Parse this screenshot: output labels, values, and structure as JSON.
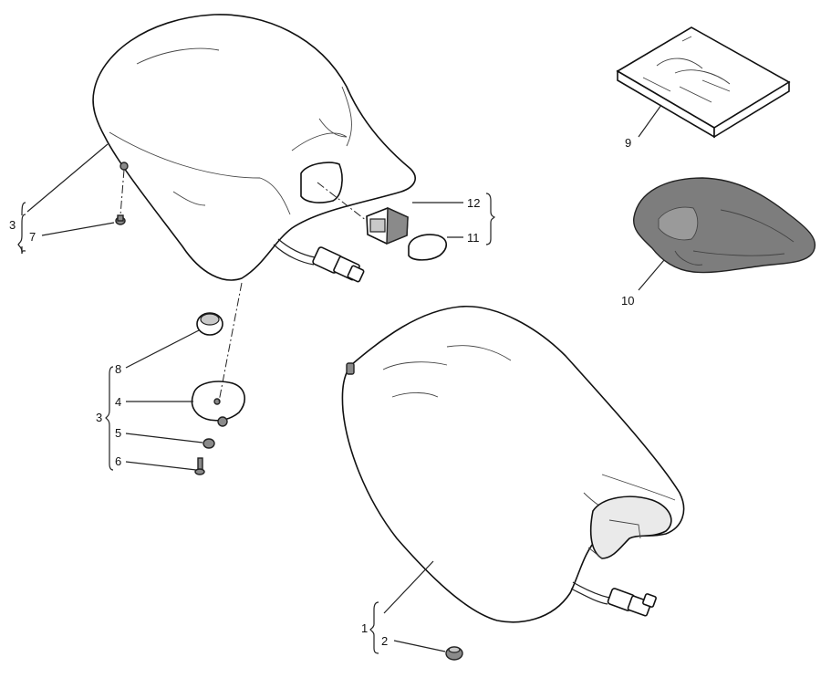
{
  "callouts": {
    "c1": "1",
    "c2": "2",
    "c3a": "3",
    "c3b": "3",
    "c4": "4",
    "c5": "5",
    "c6": "6",
    "c7": "7",
    "c8": "8",
    "c9": "9",
    "c10": "10",
    "c11": "11",
    "c12": "12"
  },
  "icons": {
    "rear_seat": "rear-seat-icon",
    "front_seat": "front-seat-icon",
    "manual": "owner-manual-icon",
    "cover": "seat-cover-icon"
  }
}
